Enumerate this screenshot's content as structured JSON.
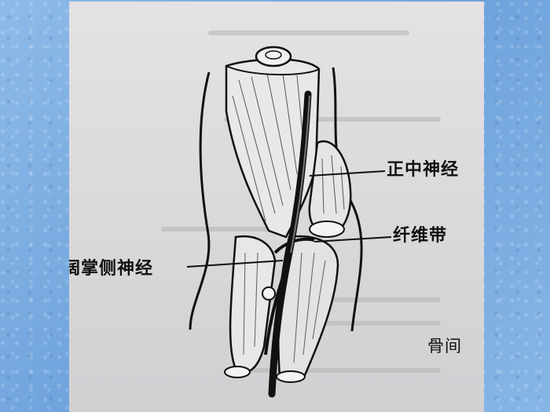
{
  "illustration": {
    "labels": {
      "median_nerve": "正中神经",
      "fibrous_band": "纤维带",
      "palmar_cutaneous_nerve": "阔掌侧神经",
      "interosseous": "骨间"
    }
  },
  "colors": {
    "background": "#7fb0e3",
    "paper": "#dedcde",
    "ink": "#111111"
  }
}
